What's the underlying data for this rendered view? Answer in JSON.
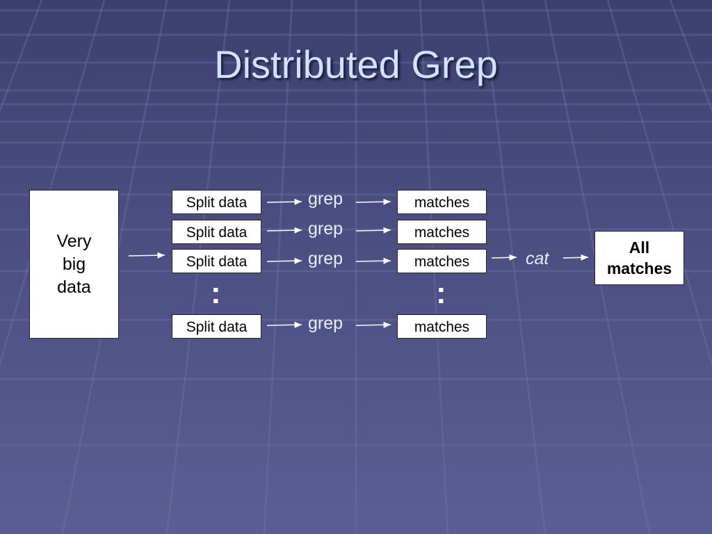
{
  "slide": {
    "title": "Distributed Grep"
  },
  "diagram": {
    "input_box": {
      "lines": [
        "Very",
        "big",
        "data"
      ]
    },
    "split_label": "Split data",
    "grep_label": "grep",
    "match_label": "matches",
    "ellipsis": ":",
    "cat_label": "cat",
    "output_box": {
      "lines": [
        "All",
        "matches"
      ]
    },
    "rows": [
      {
        "split": "Split data",
        "op": "grep",
        "result": "matches"
      },
      {
        "split": "Split data",
        "op": "grep",
        "result": "matches"
      },
      {
        "split": "Split data",
        "op": "grep",
        "result": "matches"
      },
      {
        "split": "Split data",
        "op": "grep",
        "result": "matches"
      }
    ],
    "colors": {
      "background": "#4a4d80",
      "title": "#cfe3ff",
      "label": "#e8ecff",
      "box": "#ffffff"
    }
  }
}
